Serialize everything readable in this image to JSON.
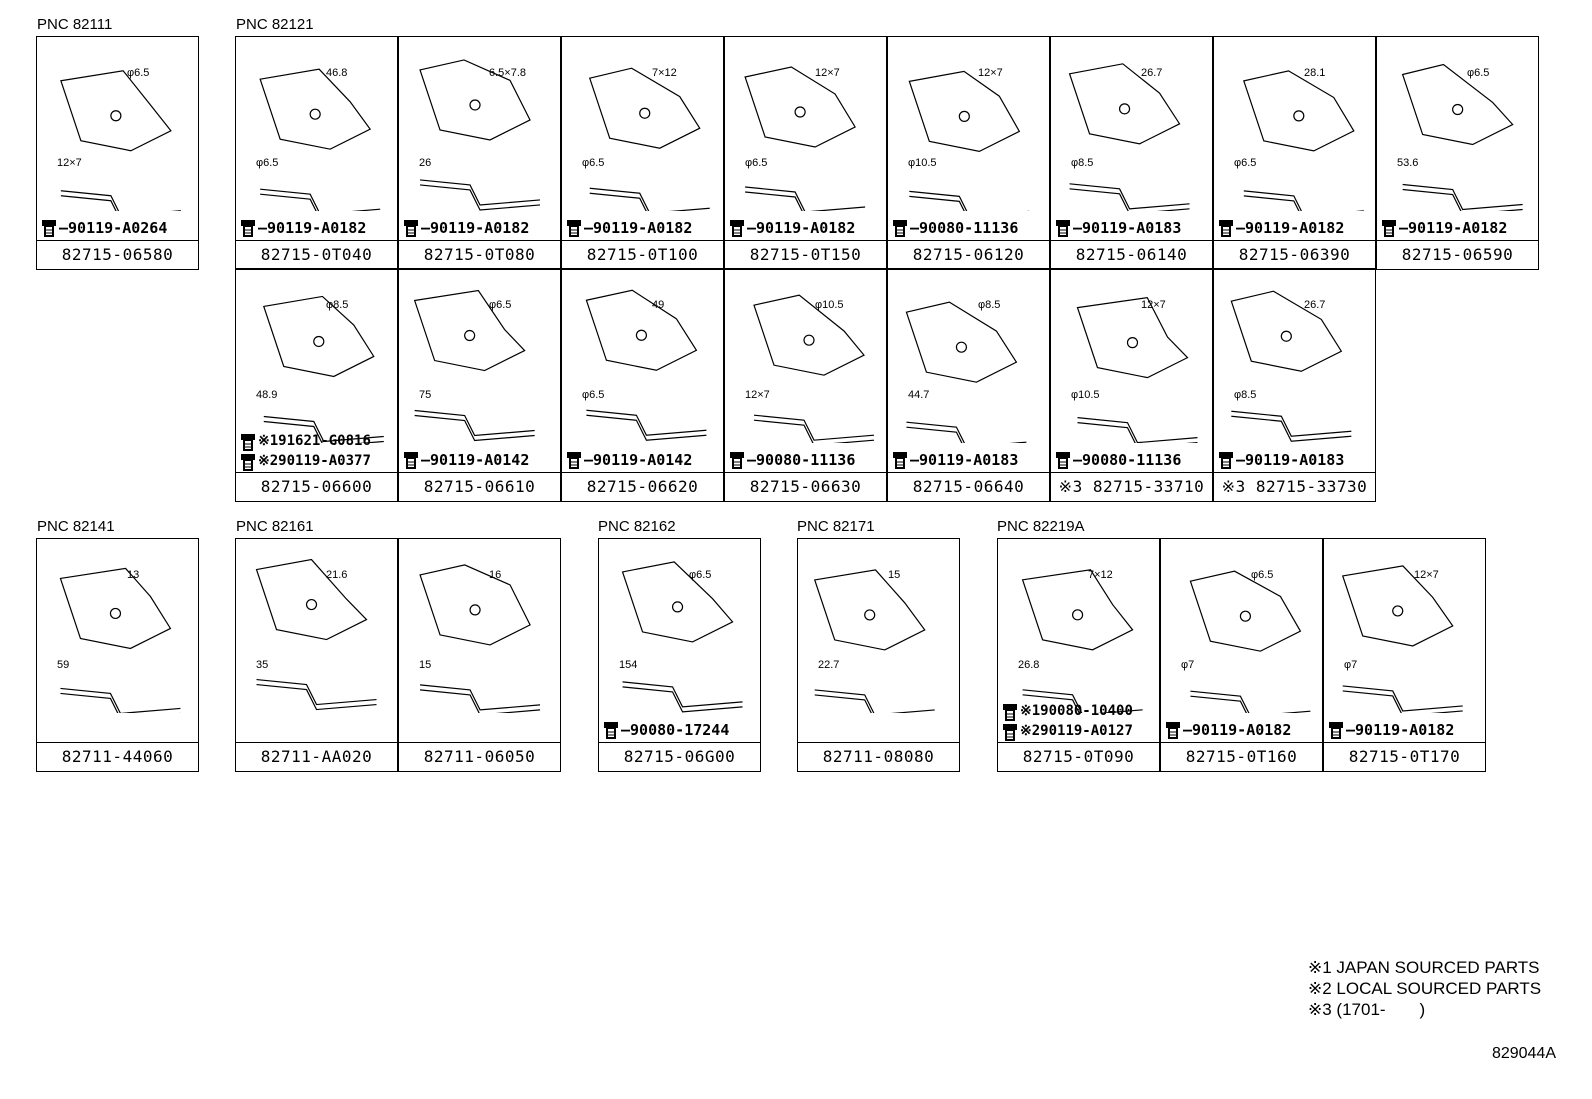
{
  "groups": [
    {
      "pnc": "PNC 82111"
    },
    {
      "pnc": "PNC 82121"
    },
    {
      "pnc": "PNC 82141"
    },
    {
      "pnc": "PNC 82161"
    },
    {
      "pnc": "PNC 82162"
    },
    {
      "pnc": "PNC 82171"
    },
    {
      "pnc": "PNC 82219A"
    }
  ],
  "row1": [
    {
      "part": "82715-06580",
      "bolt": "90119-A0264",
      "dims": [
        "φ6.5",
        "12×7"
      ]
    },
    {
      "part": "82715-0T040",
      "bolt": "90119-A0182",
      "dims": [
        "46.8",
        "φ6.5"
      ]
    },
    {
      "part": "82715-0T080",
      "bolt": "90119-A0182",
      "dims": [
        "6.5×7.8",
        "26"
      ]
    },
    {
      "part": "82715-0T100",
      "bolt": "90119-A0182",
      "dims": [
        "7×12",
        "φ6.5"
      ]
    },
    {
      "part": "82715-0T150",
      "bolt": "90119-A0182",
      "dims": [
        "12×7",
        "φ6.5"
      ]
    },
    {
      "part": "82715-06120",
      "bolt": "90080-11136",
      "dims": [
        "12×7",
        "φ10.5"
      ]
    },
    {
      "part": "82715-06140",
      "bolt": "90119-A0183",
      "dims": [
        "26.7",
        "φ8.5"
      ]
    },
    {
      "part": "82715-06390",
      "bolt": "90119-A0182",
      "dims": [
        "28.1",
        "φ6.5"
      ]
    },
    {
      "part": "82715-06590",
      "bolt": "90119-A0182",
      "dims": [
        "φ6.5",
        "53.6"
      ]
    }
  ],
  "row2": [
    {
      "part": "82715-06600",
      "bolt": "",
      "bolts": [
        "※191621-G0816",
        "※290119-A0377"
      ],
      "dims": [
        "φ8.5",
        "48.9"
      ]
    },
    {
      "part": "82715-06610",
      "bolt": "90119-A0142",
      "dims": [
        "φ6.5",
        "75"
      ]
    },
    {
      "part": "82715-06620",
      "bolt": "90119-A0142",
      "dims": [
        "49",
        "φ6.5"
      ]
    },
    {
      "part": "82715-06630",
      "bolt": "90080-11136",
      "dims": [
        "φ10.5",
        "12×7"
      ]
    },
    {
      "part": "82715-06640",
      "bolt": "90119-A0183",
      "dims": [
        "φ8.5",
        "44.7"
      ]
    },
    {
      "part": "※3 82715-33710",
      "bolt": "90080-11136",
      "dims": [
        "12×7",
        "φ10.5"
      ]
    },
    {
      "part": "※3 82715-33730",
      "bolt": "90119-A0183",
      "dims": [
        "26.7",
        "φ8.5"
      ]
    }
  ],
  "row3": [
    {
      "part": "82711-44060",
      "bolt": "",
      "dims": [
        "13",
        "59"
      ]
    },
    {
      "part": "82711-AA020",
      "bolt": "",
      "dims": [
        "21.6",
        "35"
      ]
    },
    {
      "part": "82711-06050",
      "bolt": "",
      "dims": [
        "16",
        "15"
      ]
    },
    {
      "part": "82715-06G00",
      "bolt": "90080-17244",
      "dims": [
        "φ6.5",
        "154"
      ]
    },
    {
      "part": "82711-08080",
      "bolt": "",
      "dims": [
        "15",
        "22.7"
      ]
    },
    {
      "part": "82715-0T090",
      "bolt": "",
      "bolts": [
        "※190080-10400",
        "※290119-A0127"
      ],
      "dims": [
        "7×12",
        "26.8"
      ]
    },
    {
      "part": "82715-0T160",
      "bolt": "90119-A0182",
      "dims": [
        "φ6.5",
        "φ7"
      ]
    },
    {
      "part": "82715-0T170",
      "bolt": "90119-A0182",
      "dims": [
        "12×7",
        "φ7"
      ]
    }
  ],
  "notes": [
    "※1 JAPAN SOURCED PARTS",
    "※2 LOCAL SOURCED PARTS",
    "※3 (1701-　　)"
  ],
  "drawing_code": "829044A"
}
